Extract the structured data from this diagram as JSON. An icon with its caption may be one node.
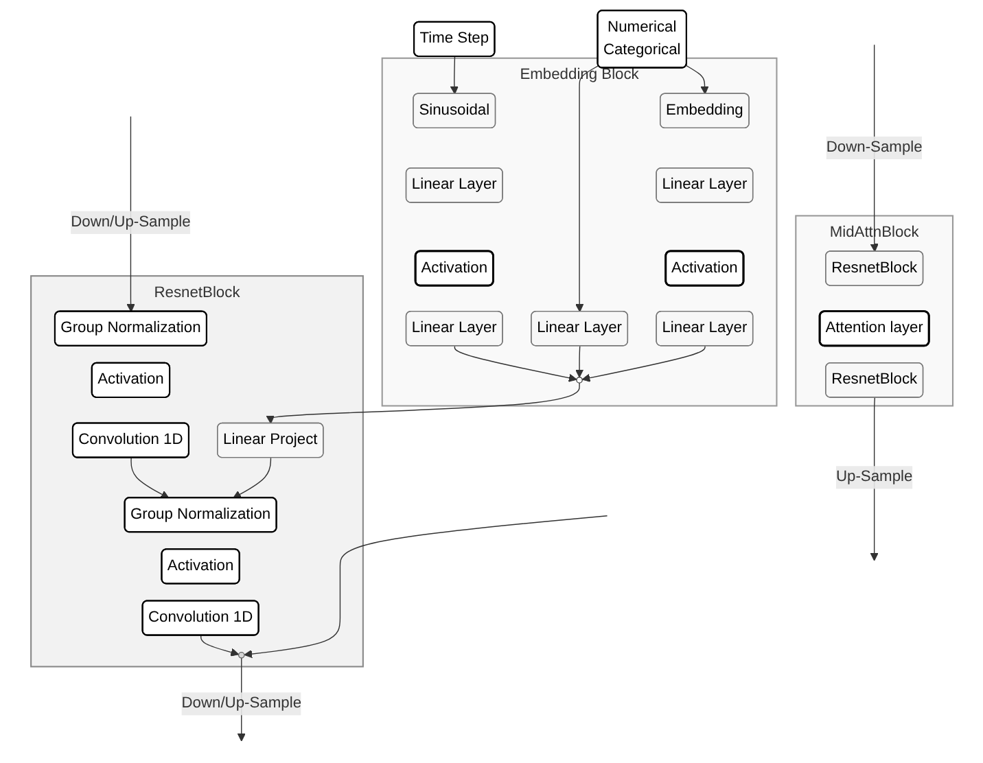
{
  "diagram": {
    "nodes": [
      {
        "text": [
          "ResnetBlock"
        ]
      },
      {
        "text": [
          "Group Normalization"
        ],
        "in": 0
      },
      {
        "text": [
          "Activation"
        ],
        "in": 0
      },
      {
        "text": [
          "Convolution 1D"
        ],
        "in": 0
      },
      {
        "text": [
          "Linear Project"
        ],
        "in": 0
      },
      {
        "text": [
          "Group Normalization"
        ],
        "in": 0
      },
      {
        "text": [
          "Activation"
        ],
        "in": 0
      },
      {
        "text": [
          "Convolution 1D"
        ],
        "in": 0
      },
      {
        "text": [],
        "shape": "circle",
        "in": 0
      },
      {
        "text": [
          "Time Step"
        ]
      },
      {
        "text": [
          "Numerical",
          "Categorical"
        ]
      },
      {
        "text": [
          "Embedding Block"
        ]
      },
      {
        "text": [
          "Sinusoidal"
        ],
        "in": 11
      },
      {
        "text": [
          "Linear Layer"
        ],
        "in": 11
      },
      {
        "text": [
          "Activation"
        ],
        "in": 11
      },
      {
        "text": [
          "Linear Layer"
        ],
        "in": 11
      },
      {
        "text": [
          "Linear Layer"
        ],
        "in": 11
      },
      {
        "text": [
          "Embedding"
        ],
        "in": 11
      },
      {
        "text": [
          "Linear Layer"
        ],
        "in": 11
      },
      {
        "text": [
          "Activation"
        ],
        "in": 11
      },
      {
        "text": [
          "Linear Layer"
        ],
        "in": 11
      },
      {
        "text": [],
        "shape": "circle",
        "in": 11
      },
      {
        "text": [
          "MidAttnBlock"
        ]
      },
      {
        "text": [
          "ResnetBlock"
        ],
        "in": 22
      },
      {
        "text": [
          "Attention layer"
        ],
        "in": 22
      },
      {
        "text": [
          "ResnetBlock"
        ],
        "in": 22
      }
    ],
    "edges": [
      {
        "from": null,
        "to": 1,
        "arrow": "to",
        "label": "Down/Up-Sample"
      },
      {
        "from": 3,
        "to": 5,
        "arrow": "to"
      },
      {
        "from": 21,
        "to": 4,
        "arrow": "to"
      },
      {
        "from": 4,
        "to": 5,
        "arrow": "to"
      },
      {
        "from": 7,
        "to": 8,
        "arrow": "to"
      },
      {
        "from": null,
        "to": 8,
        "arrow": "to"
      },
      {
        "from": 8,
        "to": null,
        "arrow": "to",
        "label": "Down/Up-Sample"
      },
      {
        "from": 9,
        "to": 12,
        "arrow": "to"
      },
      {
        "from": 10,
        "to": 16,
        "arrow": "to"
      },
      {
        "from": 10,
        "to": 17,
        "arrow": "to"
      },
      {
        "from": 15,
        "to": 21,
        "arrow": "to"
      },
      {
        "from": 16,
        "to": 21,
        "arrow": "to"
      },
      {
        "from": 20,
        "to": 21,
        "arrow": "to"
      },
      {
        "from": null,
        "to": 23,
        "arrow": "to",
        "label": "Down-Sample"
      },
      {
        "from": 25,
        "to": null,
        "arrow": "to",
        "label": "Up-Sample"
      }
    ]
  }
}
